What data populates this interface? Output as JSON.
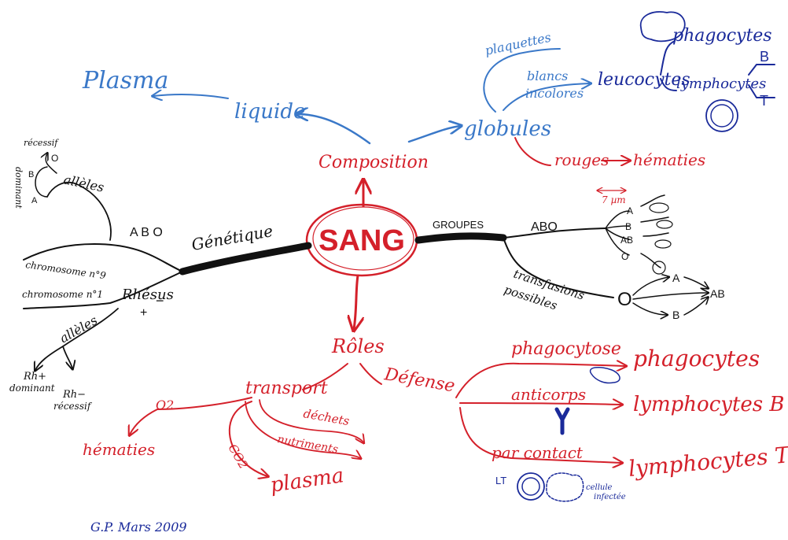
{
  "center": "SANG",
  "composition": {
    "label": "Composition",
    "liquide": "liquide",
    "plasma": "Plasma",
    "globules": "globules",
    "plaquettes": "plaquettes",
    "blancs": "blancs",
    "incolores": "incolores",
    "leucocytes": "leucocytes",
    "phagocytes": "phagocytes",
    "lymphocytes": "lymphocytes",
    "b": "B",
    "t": "T",
    "rouges": "rouges",
    "hematies": "hématies",
    "size": "7 µm"
  },
  "genetique": {
    "label": "Génétique",
    "abo": "A B O",
    "recessif": "récessif",
    "o": "O",
    "b": "B",
    "a": "A",
    "dominant": "dominant",
    "alleles": "allèles",
    "chromosome9": "chromosome n°9",
    "chromosome1": "chromosome n°1",
    "rhesus": "Rhésus",
    "plus": "+",
    "minus": "−",
    "alleles2": "allèles",
    "rhplus": "Rh+",
    "dominant2": "dominant",
    "rhminus": "Rh−",
    "recessif2": "récessif"
  },
  "groupes": {
    "label": "GROUPES",
    "abo": "ABO",
    "blood_types": [
      "A",
      "B",
      "AB",
      "O"
    ],
    "transfusions": "transfusions",
    "possibles": "possibles",
    "donor": "O",
    "recipients": [
      "A",
      "B",
      "AB"
    ]
  },
  "roles": {
    "label": "Rôles",
    "transport": "transport",
    "o2": "O2",
    "hematies": "hématies",
    "co2": "CO2",
    "plasma": "plasma",
    "dechets": "déchets",
    "nutriments": "nutriments",
    "defense": "Défense",
    "phagocytose": "phagocytose",
    "phagocytes": "phagocytes",
    "anticorps": "anticorps",
    "lymphocytes_b": "lymphocytes B",
    "par_contact": "par contact",
    "lymphocytes_t": "lymphocytes T",
    "lt": "LT",
    "cellule": "cellule",
    "infectee": "infectée"
  },
  "signature": "G.P. Mars 2009"
}
